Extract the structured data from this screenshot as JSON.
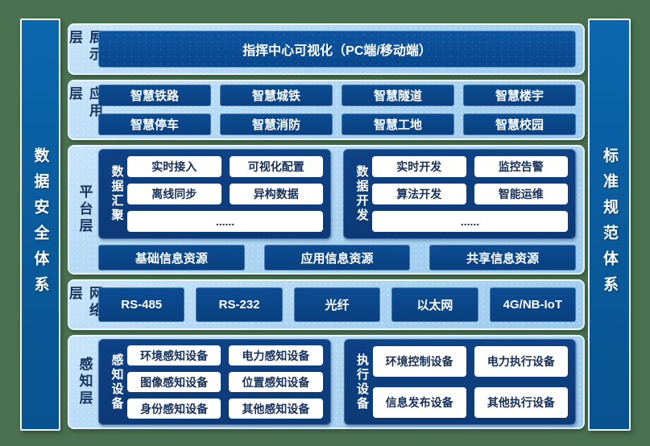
{
  "colors": {
    "background_green": "#4a7150",
    "pillar_blue": "#0a5e9f",
    "panel_light_blue": "#aad3f1",
    "chip_navy": "#0b4587",
    "group_navy": "#0d3e7e",
    "chip_white": "#ffffff",
    "label_navy": "#16345c"
  },
  "left_pillar": {
    "label": "数据安全体系"
  },
  "right_pillar": {
    "label": "标准规范体系"
  },
  "layers": [
    {
      "name": "展示层",
      "banner": "指挥中心可视化（PC端/移动端）"
    },
    {
      "name": "应用层",
      "chips": [
        "智慧铁路",
        "智慧城铁",
        "智慧隧道",
        "智慧楼宇",
        "智慧停车",
        "智慧消防",
        "智慧工地",
        "智慧校园"
      ]
    },
    {
      "name": "平台层",
      "groups": [
        {
          "label": "数据汇聚",
          "chips": [
            "实时接入",
            "可视化配置",
            "离线同步",
            "异构数据"
          ],
          "more": "......"
        },
        {
          "label": "数据开发",
          "chips": [
            "实时开发",
            "监控告警",
            "算法开发",
            "智能运维"
          ],
          "more": "......"
        }
      ],
      "resources": [
        "基础信息资源",
        "应用信息资源",
        "共享信息资源"
      ]
    },
    {
      "name": "网络层",
      "chips": [
        "RS-485",
        "RS-232",
        "光纤",
        "以太网",
        "4G/NB-IoT"
      ]
    },
    {
      "name": "感知层",
      "groups": [
        {
          "label": "感知设备",
          "chips": [
            "环境感知设备",
            "电力感知设备",
            "图像感知设备",
            "位置感知设备",
            "身份感知设备",
            "其他感知设备"
          ]
        },
        {
          "label": "执行设备",
          "chips": [
            "环境控制设备",
            "电力执行设备",
            "信息发布设备",
            "其他执行设备"
          ]
        }
      ]
    }
  ]
}
